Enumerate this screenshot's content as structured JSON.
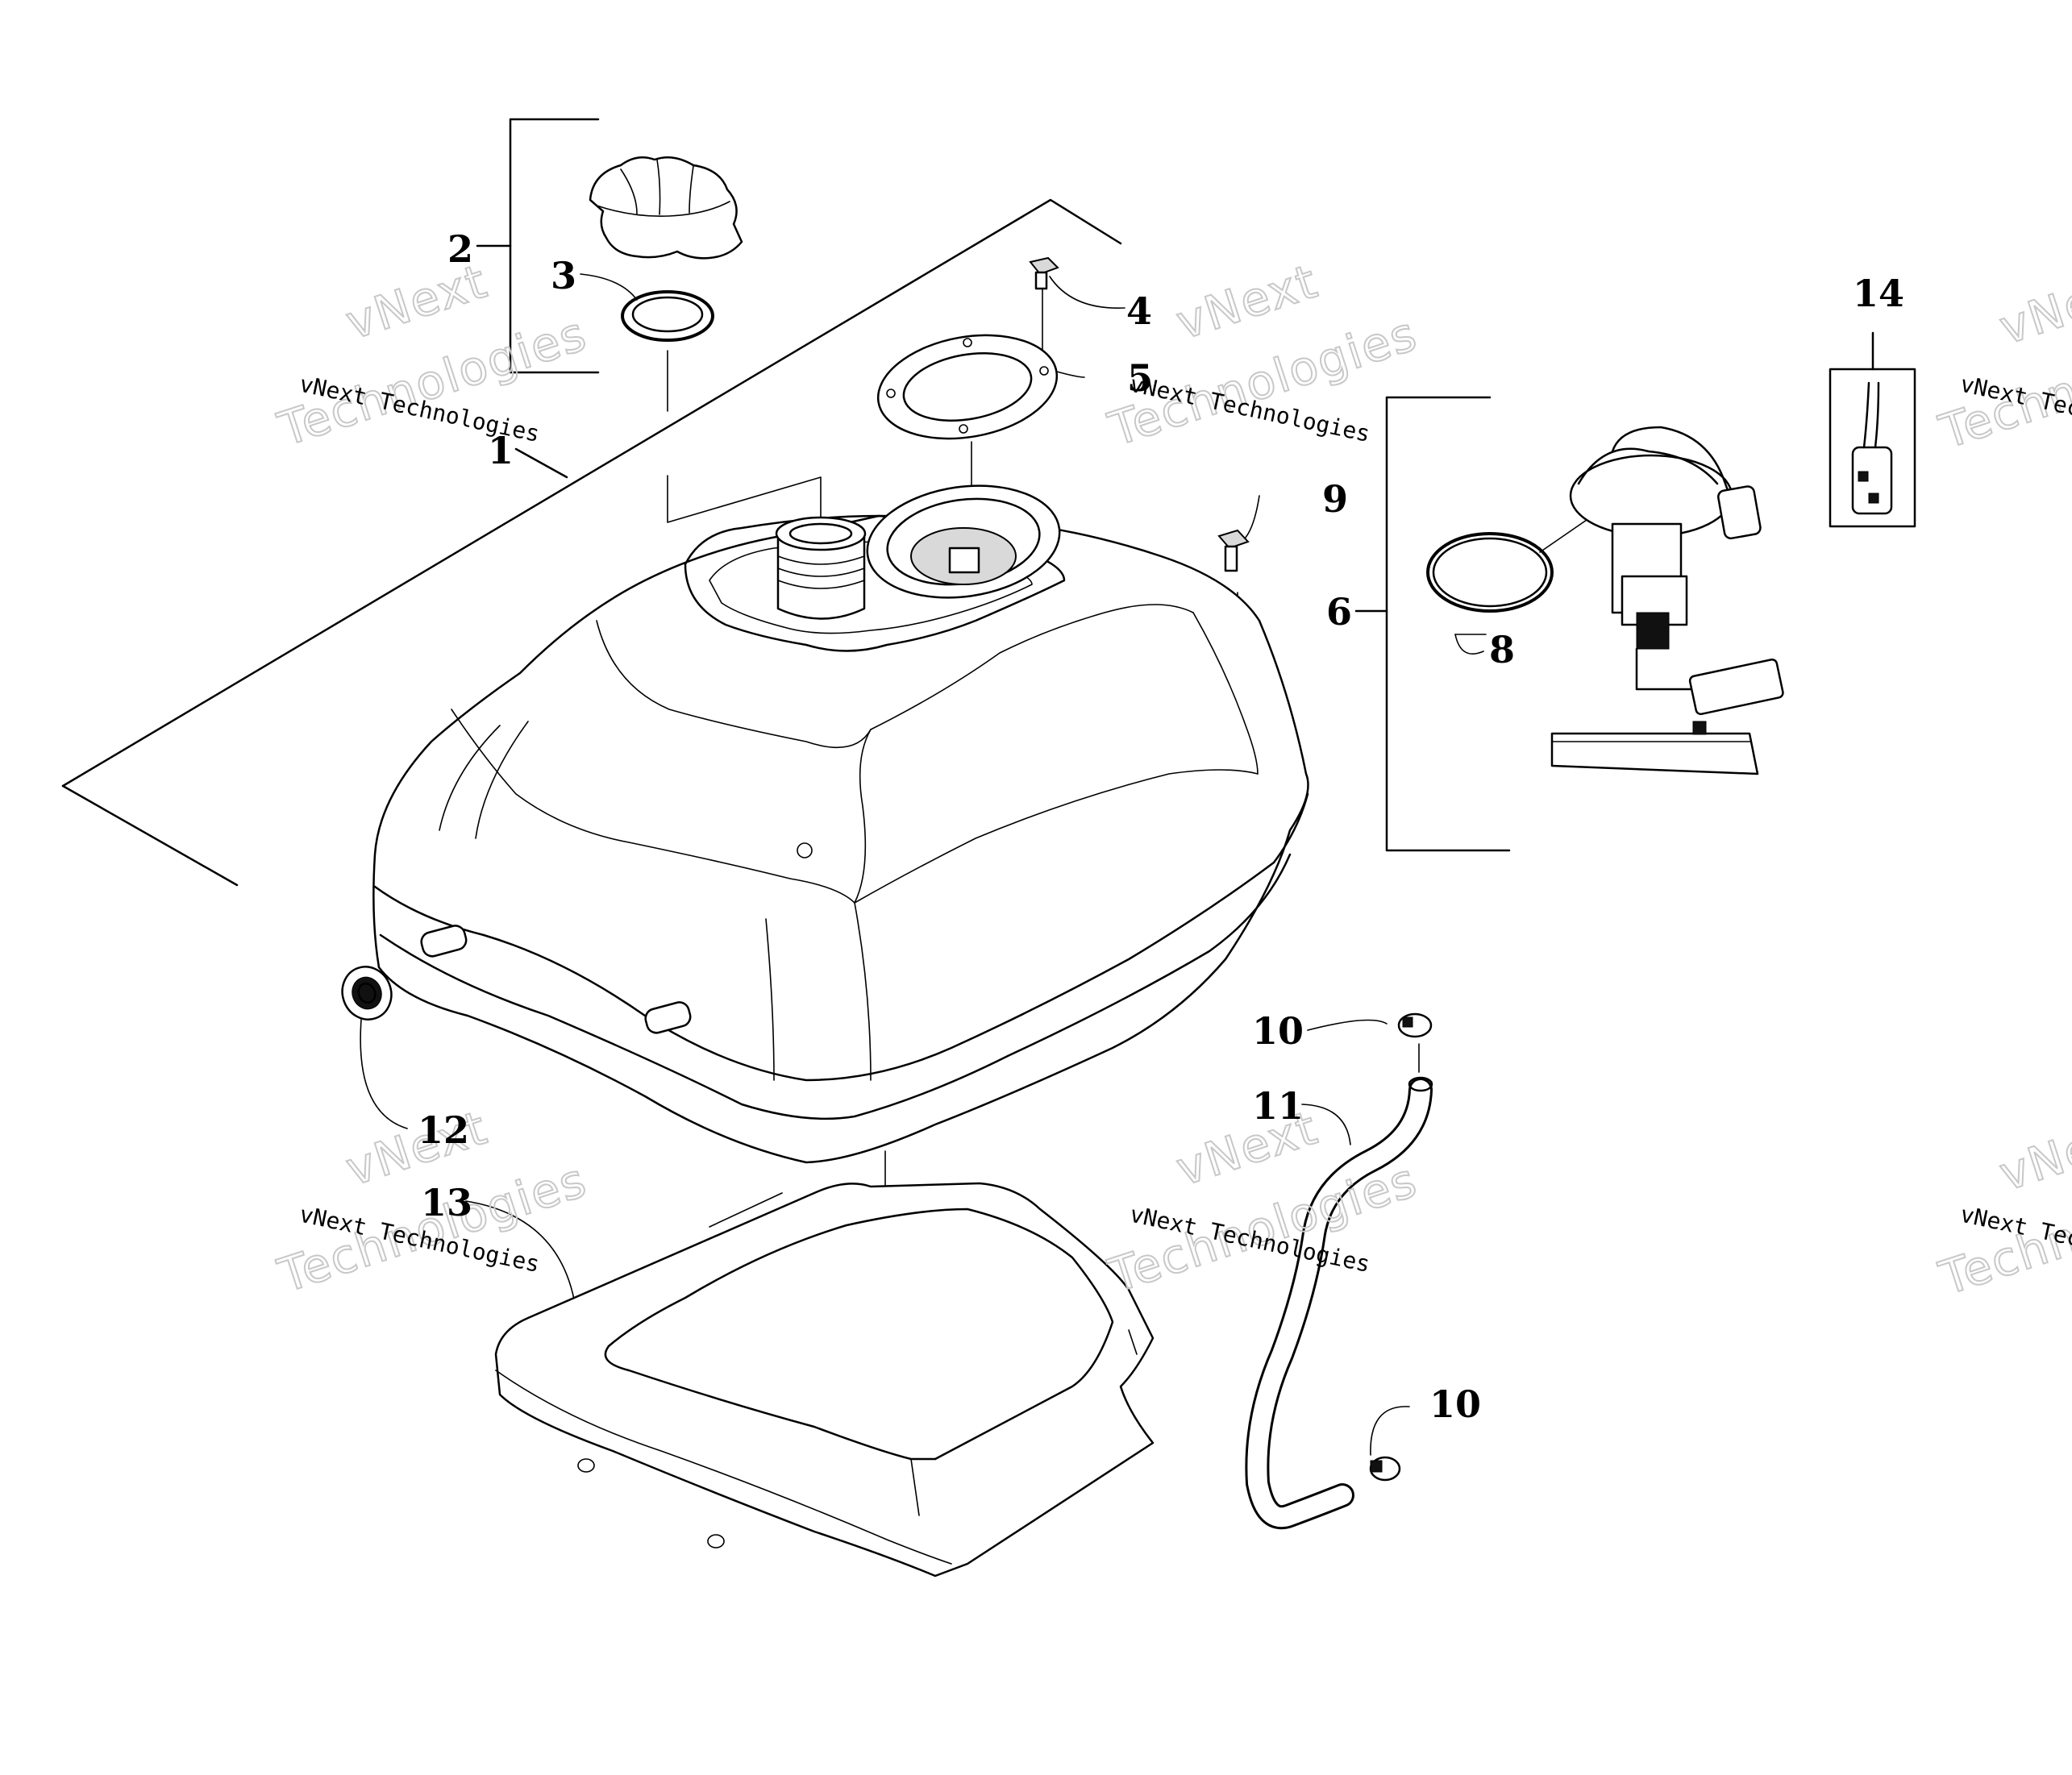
{
  "callouts": {
    "c1": "1",
    "c2": "2",
    "c3": "3",
    "c4": "4",
    "c5": "5",
    "c6": "6",
    "c8": "8",
    "c9": "9",
    "c10a": "10",
    "c10b": "10",
    "c11": "11",
    "c12": "12",
    "c13": "13",
    "c14": "14"
  },
  "watermark": {
    "line_small": "vNext Technologies",
    "word_top": "vNext",
    "word_bottom": "Technologies"
  }
}
